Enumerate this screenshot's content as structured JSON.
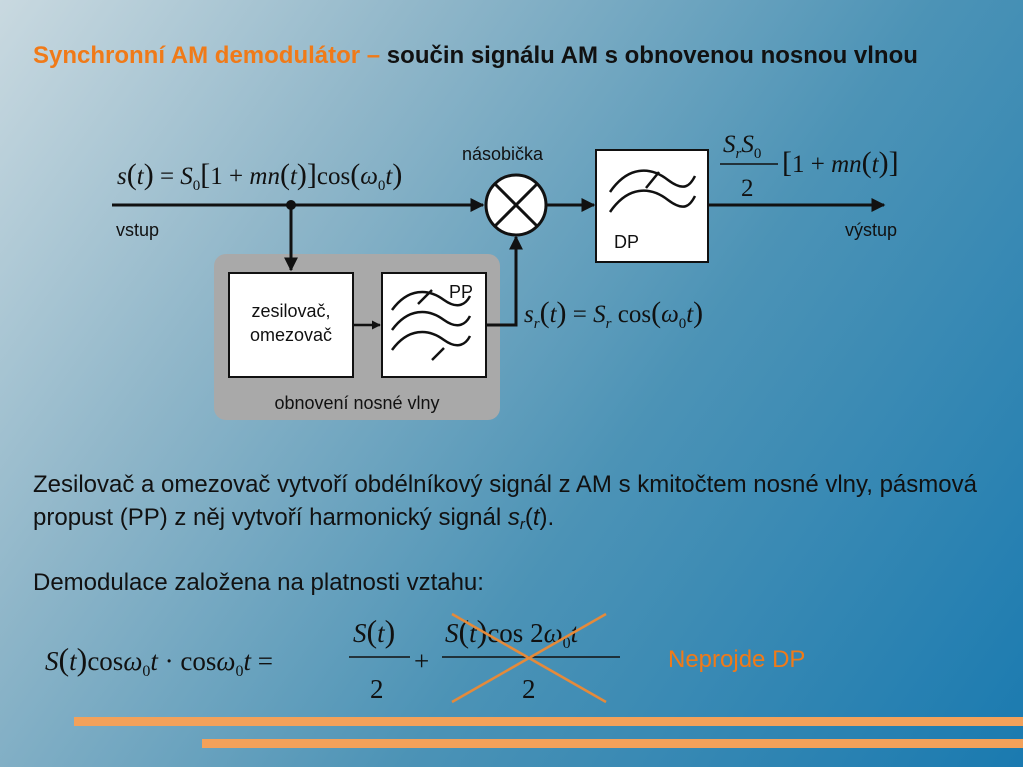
{
  "title": {
    "highlight": "Synchronní AM demodulátor –",
    "rest": " součin signálu AM s obnovenou nosnou vlnou"
  },
  "diagram": {
    "multiplier_label": "násobička",
    "input_label": "vstup",
    "output_label": "výstup",
    "lowpass_label": "DP",
    "bandpass_label": "PP",
    "amplifier_label_line1": "zesilovač,",
    "amplifier_label_line2": "omezovač",
    "carrier_recovery_label": "obnovení nosné vlny"
  },
  "paragraph1": {
    "text": "Zesilovač a omezovač vytvoří obdélníkový signál z AM s kmitočtem nosné vlny, pásmová propust (PP) z něj vytvoří harmonický signál ",
    "var": "s",
    "sub": "r",
    "arg_open": "(",
    "arg": "t",
    "arg_close": ").",
    "var_sep": " "
  },
  "paragraph2": "Demodulace založena na platnosti vztahu:",
  "note": "Neprojde DP",
  "colors": {
    "accent": "#f07a18",
    "stripe": "#f3a15a",
    "box_group": "#a9a9a9"
  }
}
